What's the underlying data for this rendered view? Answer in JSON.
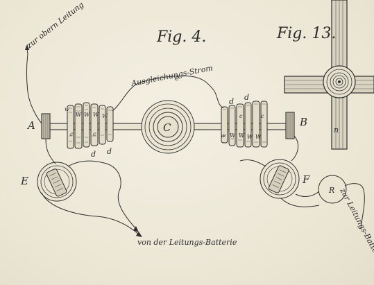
{
  "figures": {
    "fig4_title": "Fig. 4.",
    "fig13_title": "Fig. 13."
  },
  "labels": {
    "top_lead": "zur obern Leitung",
    "compensation_current": "Ausgleichungs-Strom",
    "battery_lead": "von der Leitungs-Batterie",
    "lower_lead": "zur Leitungs-Batterie"
  },
  "letters": {
    "A": "A",
    "B": "B",
    "C": "C",
    "E": "E",
    "F": "F",
    "R": "R",
    "e": "e",
    "d": "d",
    "c": "c",
    "n": "n",
    "w": "w",
    "W": "W"
  },
  "colors": {
    "paper": "#eeeada",
    "ink": "#2d2d2d"
  }
}
